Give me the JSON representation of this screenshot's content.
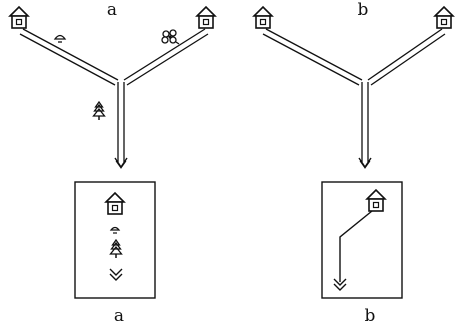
{
  "labels": {
    "top_left": "a",
    "top_right": "b",
    "bottom_left": "a",
    "bottom_right": "b"
  },
  "icons": [
    "house-icon",
    "hat-icon",
    "flower-icon",
    "tree-icon",
    "double-chevron-icon"
  ],
  "colors": {
    "ink": "#111111",
    "background": "#ffffff"
  }
}
